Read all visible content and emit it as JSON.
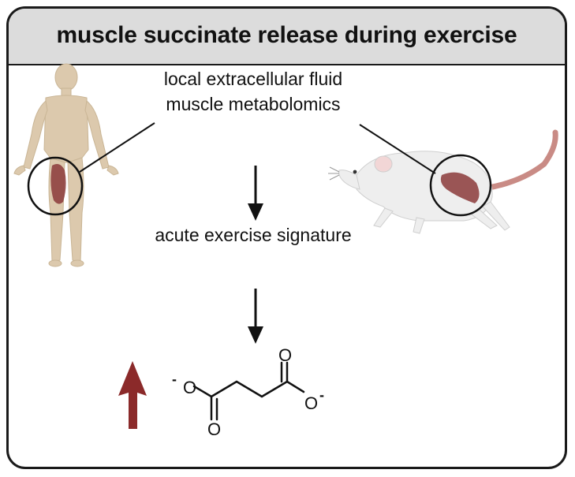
{
  "title": "muscle succinate release during exercise",
  "steps": {
    "step1": "local extracellular fluid muscle metabolomics",
    "step2": "acute exercise signature"
  },
  "molecule": {
    "oxygen_symbol": "O",
    "charge": "-"
  },
  "colors": {
    "header_bg": "#dcdcdc",
    "border": "#1a1a1a",
    "up_arrow": "#8b2a2a",
    "muscle": "#8b3a3a",
    "human_skin": "#dcc9ad",
    "rat_body": "#eeeeee",
    "rat_tail": "#c98b85"
  },
  "icons": {
    "human": "human-figure-icon",
    "rat": "rat-icon",
    "up_arrow": "up-arrow-icon"
  }
}
